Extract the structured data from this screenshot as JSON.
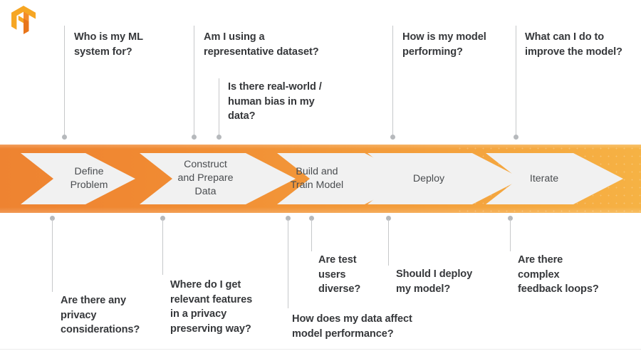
{
  "logo": {
    "name": "tensorflow-logo",
    "colors": {
      "light": "#F6A623",
      "dark": "#E8751A",
      "mid": "#F38B2B"
    }
  },
  "palette": {
    "band_left": "#EE8331",
    "band_right": "#F6B244",
    "chevron_fill": "#F1F1F1",
    "connector": "#C6C8CA",
    "dot": "#B6B9BC",
    "text_dark": "#36383B",
    "step_text": "#4A4D50"
  },
  "pipeline": {
    "steps": [
      {
        "id": "define-problem",
        "label": "Define\nProblem"
      },
      {
        "id": "construct-prepare-data",
        "label": "Construct\nand Prepare\nData"
      },
      {
        "id": "build-train-model",
        "label": "Build and\nTrain Model"
      },
      {
        "id": "deploy",
        "label": "Deploy"
      },
      {
        "id": "iterate",
        "label": "Iterate"
      }
    ]
  },
  "questions_top": [
    {
      "id": "who-is-my-ml-system-for",
      "text": "Who is my ML\nsystem for?"
    },
    {
      "id": "representative-dataset",
      "text": "Am I using a\nrepresentative dataset?"
    },
    {
      "id": "real-world-human-bias",
      "text": "Is there real-world /\nhuman bias in my\ndata?"
    },
    {
      "id": "how-is-my-model-performing",
      "text": "How is my model\nperforming?"
    },
    {
      "id": "improve-the-model",
      "text": "What can I do to\nimprove the model?"
    }
  ],
  "questions_bottom": [
    {
      "id": "privacy-considerations",
      "text": "Are there any\nprivacy\nconsiderations?"
    },
    {
      "id": "relevant-features-privacy",
      "text": "Where do I get\nrelevant features\nin a privacy\npreserving way?"
    },
    {
      "id": "test-users-diverse",
      "text": "Are test\nusers\ndiverse?"
    },
    {
      "id": "data-affect-performance",
      "text": "How does my data affect\nmodel performance?"
    },
    {
      "id": "should-i-deploy-my-model",
      "text": "Should I deploy\nmy model?"
    },
    {
      "id": "complex-feedback-loops",
      "text": "Are there\ncomplex\nfeedback loops?"
    }
  ]
}
